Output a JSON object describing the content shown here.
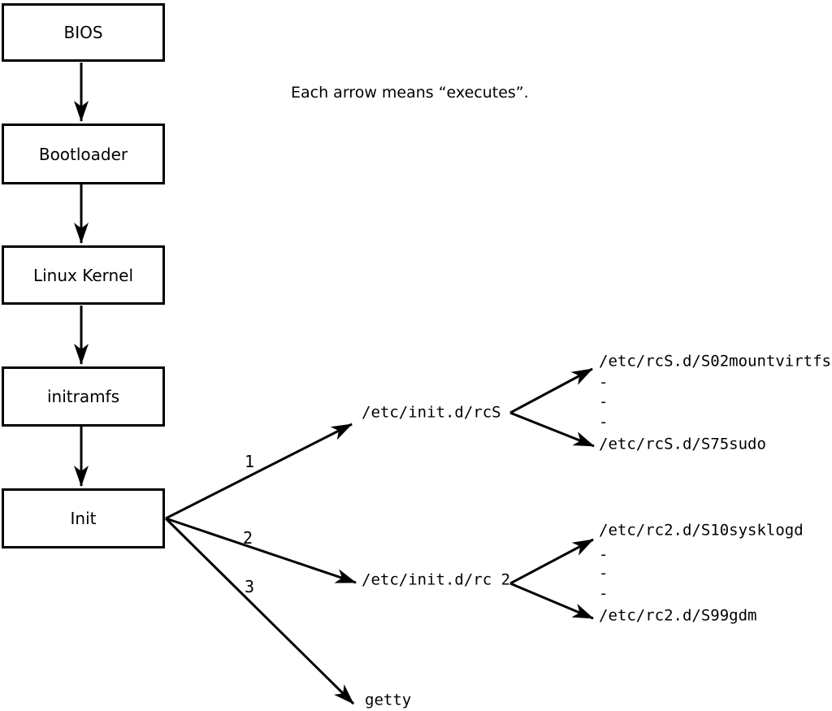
{
  "note": {
    "text": "Each arrow means “executes”."
  },
  "colors": {
    "background": "#ffffff",
    "line": "#000000"
  },
  "boxes": [
    {
      "label": "BIOS"
    },
    {
      "label": "Bootloader"
    },
    {
      "label": "Linux Kernel"
    },
    {
      "label": "initramfs"
    },
    {
      "label": "Init"
    }
  ],
  "init_branches": [
    {
      "number": "1",
      "target": "/etc/init.d/rcS"
    },
    {
      "number": "2",
      "target": "/etc/init.d/rc 2"
    },
    {
      "number": "3",
      "target": "getty"
    }
  ],
  "rcS_children": [
    "/etc/rcS.d/S02mountvirtfs",
    "-",
    "-",
    "-",
    "/etc/rcS.d/S75sudo"
  ],
  "rc2_children": [
    "/etc/rc2.d/S10sysklogd",
    "-",
    "-",
    "-",
    "/etc/rc2.d/S99gdm"
  ]
}
